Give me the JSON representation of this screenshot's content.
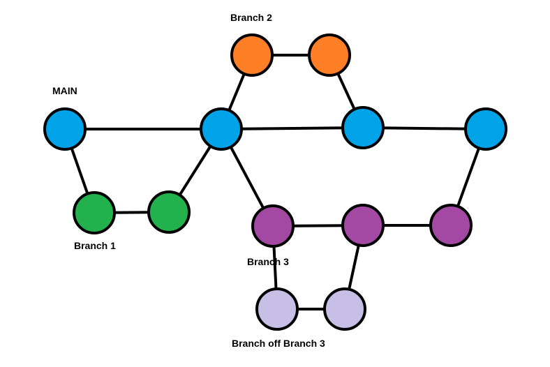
{
  "labels": {
    "main": "MAIN",
    "branch1": "Branch 1",
    "branch2": "Branch 2",
    "branch3": "Branch 3",
    "branch_off_branch3": "Branch off Branch 3"
  },
  "colors": {
    "main": "#00a2e8",
    "branch1": "#22b14c",
    "branch2": "#ff7f27",
    "branch3": "#a349a4",
    "branch_off_branch3": "#c8bfe7",
    "edge": "#000000"
  },
  "nodes": [
    {
      "id": "m1",
      "group": "main"
    },
    {
      "id": "m2",
      "group": "main"
    },
    {
      "id": "m3",
      "group": "main"
    },
    {
      "id": "m4",
      "group": "main"
    },
    {
      "id": "b1a",
      "group": "branch1"
    },
    {
      "id": "b1b",
      "group": "branch1"
    },
    {
      "id": "b2a",
      "group": "branch2"
    },
    {
      "id": "b2b",
      "group": "branch2"
    },
    {
      "id": "b3a",
      "group": "branch3"
    },
    {
      "id": "b3b",
      "group": "branch3"
    },
    {
      "id": "b3c",
      "group": "branch3"
    },
    {
      "id": "bo1",
      "group": "branch_off_branch3"
    },
    {
      "id": "bo2",
      "group": "branch_off_branch3"
    }
  ],
  "edges": [
    [
      "m1",
      "m2"
    ],
    [
      "m2",
      "m3"
    ],
    [
      "m3",
      "m4"
    ],
    [
      "m1",
      "b1a"
    ],
    [
      "b1a",
      "b1b"
    ],
    [
      "b1b",
      "m2"
    ],
    [
      "m2",
      "b2a"
    ],
    [
      "b2a",
      "b2b"
    ],
    [
      "b2b",
      "m3"
    ],
    [
      "m2",
      "b3a"
    ],
    [
      "b3a",
      "b3b"
    ],
    [
      "b3b",
      "b3c"
    ],
    [
      "b3c",
      "m4"
    ],
    [
      "b3a",
      "bo1"
    ],
    [
      "bo1",
      "bo2"
    ],
    [
      "bo2",
      "b3b"
    ]
  ]
}
